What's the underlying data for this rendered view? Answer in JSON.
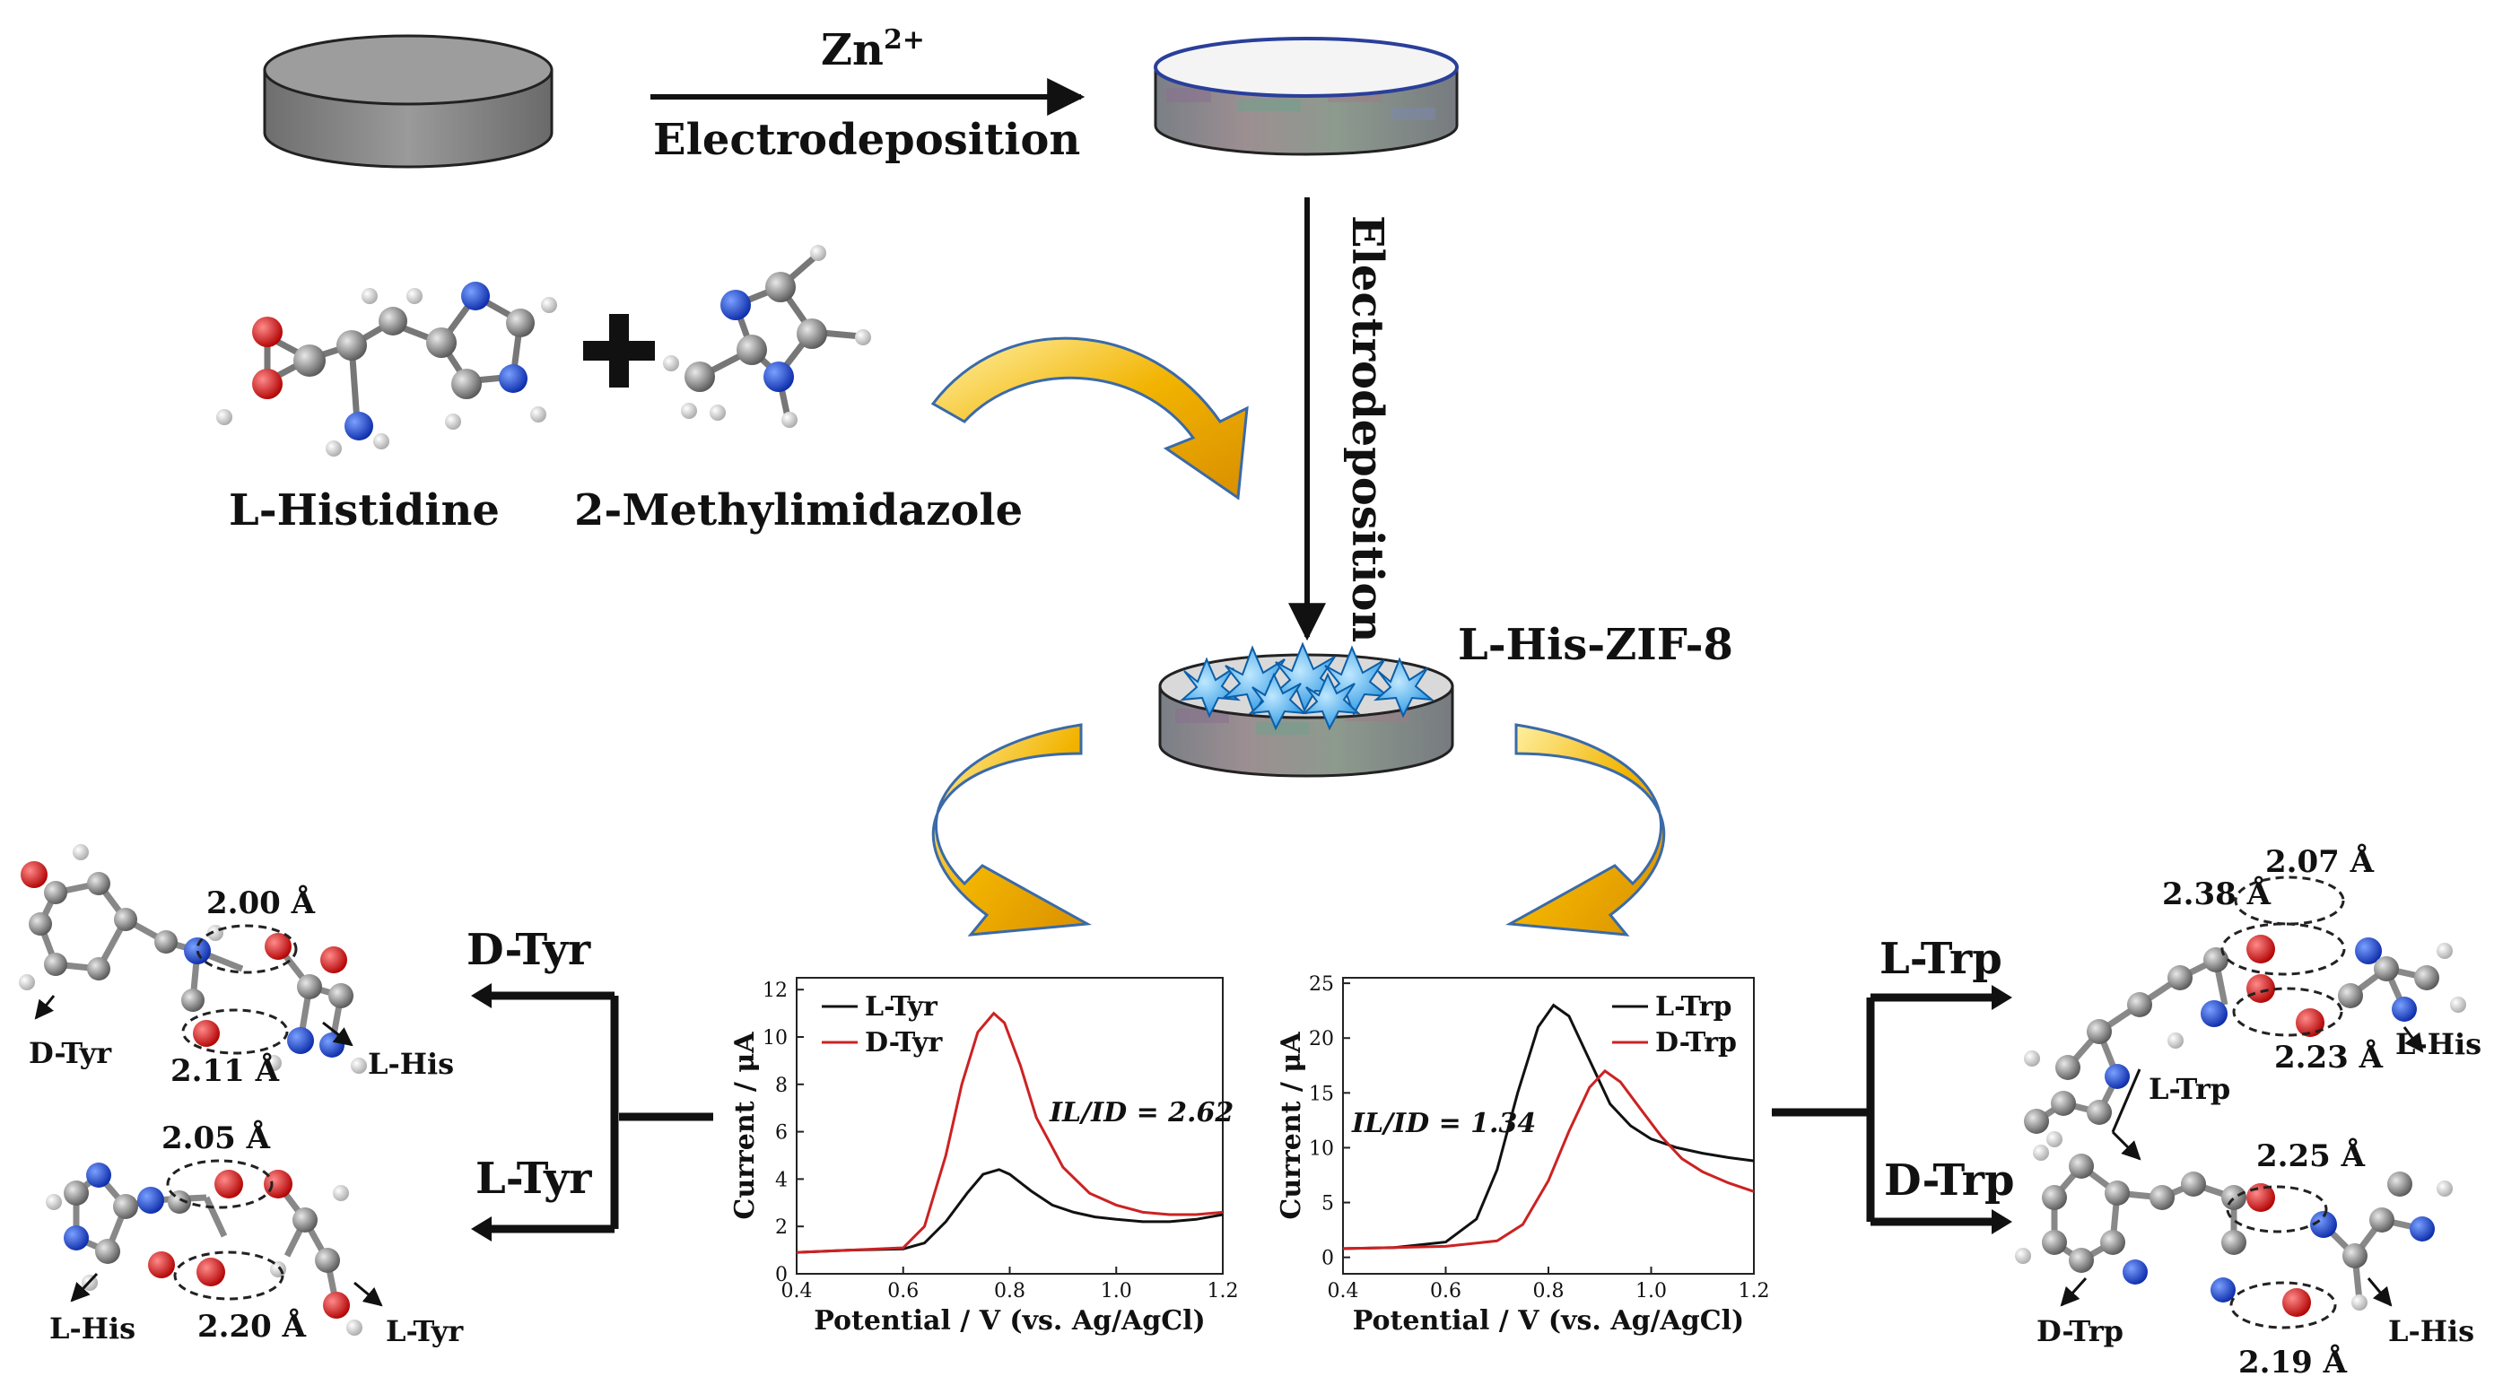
{
  "process": {
    "zn_label": "Zn",
    "zn_charge": "2+",
    "step1_label": "Electrodeposition",
    "step2_label": "Electrodeposition",
    "reagent1": "L-Histidine",
    "reagent2": "2-Methylimidazole",
    "plus": "+",
    "product": "L-His-ZIF-8"
  },
  "tyr": {
    "branch_top": "D-Tyr",
    "branch_bottom": "L-Tyr",
    "top_complex": {
      "left_label": "D-Tyr",
      "right_label": "L-His",
      "d1": "2.00 Å",
      "d2": "2.11 Å"
    },
    "bottom_complex": {
      "left_label": "L-His",
      "right_label": "L-Tyr",
      "d1": "2.05 Å",
      "d2": "2.20 Å"
    }
  },
  "trp": {
    "branch_top": "L-Trp",
    "branch_bottom": "D-Trp",
    "top_complex": {
      "left_label": "L-Trp",
      "right_label": "L-His",
      "d1": "2.38 Å",
      "d2": "2.07 Å",
      "d3": "2.23 Å"
    },
    "bottom_complex": {
      "left_label": "D-Trp",
      "right_label": "L-His",
      "d1": "2.25 Å",
      "d2": "2.19 Å"
    }
  },
  "chart_data": [
    {
      "type": "line",
      "xlabel": "Potential / V (vs. Ag/AgCl)",
      "ylabel": "Current / μA",
      "xlim": [
        0.4,
        1.2
      ],
      "ylim": [
        0,
        12.5
      ],
      "x_ticks": [
        "0.4",
        "0.6",
        "0.8",
        "1.0",
        "1.2"
      ],
      "y_ticks": [
        "0",
        "2",
        "4",
        "6",
        "8",
        "10",
        "12"
      ],
      "annotation": "IL/ID = 2.62",
      "series": [
        {
          "name": "L-Tyr",
          "color": "#111111",
          "x": [
            0.4,
            0.5,
            0.6,
            0.64,
            0.68,
            0.72,
            0.75,
            0.78,
            0.8,
            0.84,
            0.88,
            0.92,
            0.96,
            1.0,
            1.05,
            1.1,
            1.15,
            1.2
          ],
          "y": [
            0.9,
            1.0,
            1.05,
            1.3,
            2.2,
            3.4,
            4.2,
            4.4,
            4.2,
            3.5,
            2.9,
            2.6,
            2.4,
            2.3,
            2.2,
            2.2,
            2.3,
            2.5
          ]
        },
        {
          "name": "D-Tyr",
          "color": "#cc2222",
          "x": [
            0.4,
            0.5,
            0.6,
            0.64,
            0.68,
            0.71,
            0.74,
            0.77,
            0.79,
            0.82,
            0.85,
            0.9,
            0.95,
            1.0,
            1.05,
            1.1,
            1.15,
            1.2
          ],
          "y": [
            0.9,
            1.0,
            1.1,
            2.0,
            5.0,
            8.0,
            10.2,
            11.0,
            10.6,
            8.8,
            6.6,
            4.5,
            3.4,
            2.9,
            2.6,
            2.5,
            2.5,
            2.6
          ]
        }
      ]
    },
    {
      "type": "line",
      "xlabel": "Potential / V (vs. Ag/AgCl)",
      "ylabel": "Current / μA",
      "xlim": [
        0.4,
        1.2
      ],
      "ylim": [
        -1.5,
        25.5
      ],
      "x_ticks": [
        "0.4",
        "0.6",
        "0.8",
        "1.0",
        "1.2"
      ],
      "y_ticks": [
        "0",
        "5",
        "10",
        "15",
        "20",
        "25"
      ],
      "annotation": "IL/ID = 1.34",
      "series": [
        {
          "name": "L-Trp",
          "color": "#111111",
          "x": [
            0.4,
            0.5,
            0.6,
            0.66,
            0.7,
            0.74,
            0.78,
            0.81,
            0.84,
            0.88,
            0.92,
            0.96,
            1.0,
            1.05,
            1.1,
            1.15,
            1.2
          ],
          "y": [
            0.8,
            0.9,
            1.4,
            3.5,
            8.0,
            15.0,
            21.0,
            23.0,
            22.0,
            18.0,
            14.0,
            12.0,
            10.8,
            10.0,
            9.5,
            9.1,
            8.8
          ]
        },
        {
          "name": "D-Trp",
          "color": "#cc2222",
          "x": [
            0.4,
            0.5,
            0.6,
            0.7,
            0.75,
            0.8,
            0.84,
            0.88,
            0.91,
            0.94,
            0.98,
            1.02,
            1.06,
            1.1,
            1.15,
            1.2
          ],
          "y": [
            0.8,
            0.9,
            1.0,
            1.5,
            3.0,
            7.0,
            11.5,
            15.5,
            17.0,
            16.0,
            13.5,
            11.0,
            9.0,
            7.8,
            6.8,
            6.0
          ]
        }
      ]
    }
  ]
}
